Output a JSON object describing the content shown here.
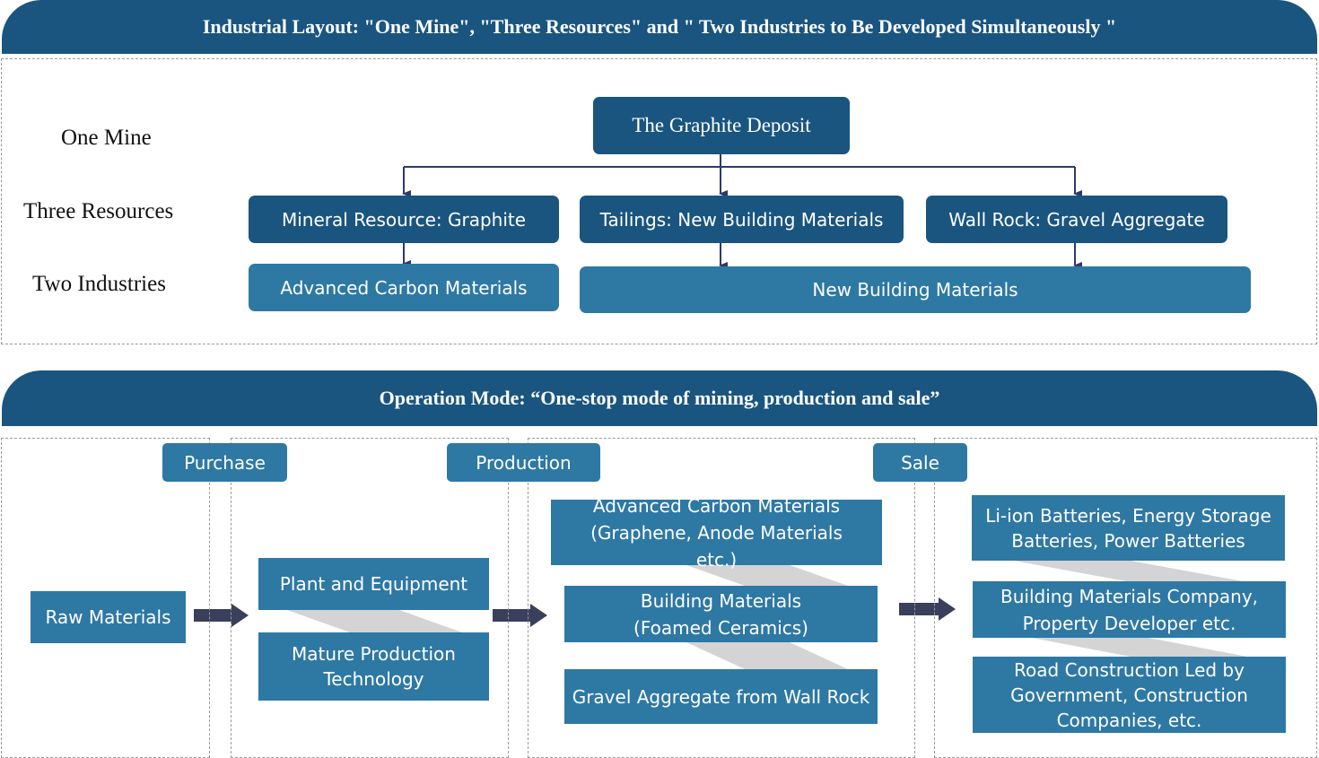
{
  "layout_section": {
    "header": "Industrial Layout: \"One Mine\", \"Three Resources\" and \" Two Industries to Be Developed Simultaneously \"",
    "row_labels": {
      "one_mine": "One Mine",
      "three_resources": "Three Resources",
      "two_industries": "Two Industries"
    },
    "deposit": "The Graphite Deposit",
    "resources": {
      "mineral": "Mineral Resource:  Graphite",
      "tailings": "Tailings:  New Building Materials",
      "wall_rock": "Wall Rock:  Gravel Aggregate"
    },
    "industries": {
      "carbon": "Advanced Carbon Materials",
      "building": "New Building Materials"
    }
  },
  "operation_section": {
    "header": "Operation Mode:  “One-stop mode of mining, production and sale”",
    "tags": {
      "purchase": "Purchase",
      "production": "Production",
      "sale": "Sale"
    },
    "raw_materials": "Raw Materials",
    "inputs": {
      "plant": "Plant and Equipment",
      "technology": "Mature Production Technology"
    },
    "products": {
      "carbon": "Advanced Carbon Materials (Graphene, Anode Materials etc.)",
      "building": "Building Materials (Foamed Ceramics)",
      "gravel": "Gravel Aggregate from Wall Rock"
    },
    "markets": {
      "batteries": "Li-ion Batteries, Energy Storage Batteries, Power Batteries",
      "building_co": "Building Materials Company, Property Developer etc.",
      "road": "Road Construction Led by Government, Construction Companies, etc."
    }
  },
  "colors": {
    "dark_blue": "#1a5580",
    "mid_blue": "#2e78a4",
    "arrow": "#2a3a6a",
    "big_arrow": "#3a3f5c",
    "band": "#d4d4d4"
  }
}
